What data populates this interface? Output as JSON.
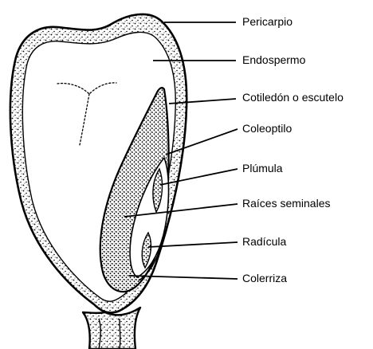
{
  "labels": {
    "pericarpio": "Pericarpio",
    "endospermo": "Endospermo",
    "cotiledon": "Cotiledón o escutelo",
    "coleoptilo": "Coleoptilo",
    "plumula": "Plúmula",
    "raices": "Raíces seminales",
    "radicula": "Radícula",
    "colerriza": "Colerriza"
  },
  "colors": {
    "ink": "#000000",
    "background": "#ffffff"
  }
}
